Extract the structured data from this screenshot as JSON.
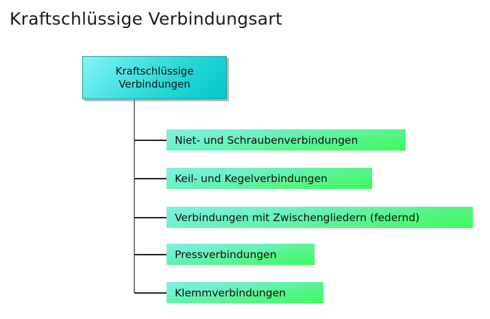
{
  "title": "Kraftschlüssige Verbindungsart",
  "diagram": {
    "type": "tree",
    "orientation": "vertical-trunk-with-right-branches",
    "colors": {
      "root_fill_top": "#86f4f4",
      "root_fill_bottom": "#03c9c9",
      "root_border": "#1f9c9c",
      "root_shadow": "#828282",
      "leaf_fill_top": "#7ef0e0",
      "leaf_fill_bottom": "#3cfb60",
      "trunk_line": "#7d7d7d",
      "branch_line": "#1c1c1c",
      "text": "#111111",
      "background": "#ffffff"
    },
    "root": {
      "label": "Kraftschlüssige\nVerbindungen",
      "line1": "Kraftschlüssige",
      "line2": "Verbindungen"
    },
    "children": [
      {
        "index": 1,
        "label": "Niet- und Schraubenverbindungen"
      },
      {
        "index": 2,
        "label": "Keil- und Kegelverbindungen"
      },
      {
        "index": 3,
        "label": "Verbindungen mit Zwischengliedern (federnd)"
      },
      {
        "index": 4,
        "label": "Pressverbindungen"
      },
      {
        "index": 5,
        "label": "Klemmverbindungen"
      }
    ]
  }
}
